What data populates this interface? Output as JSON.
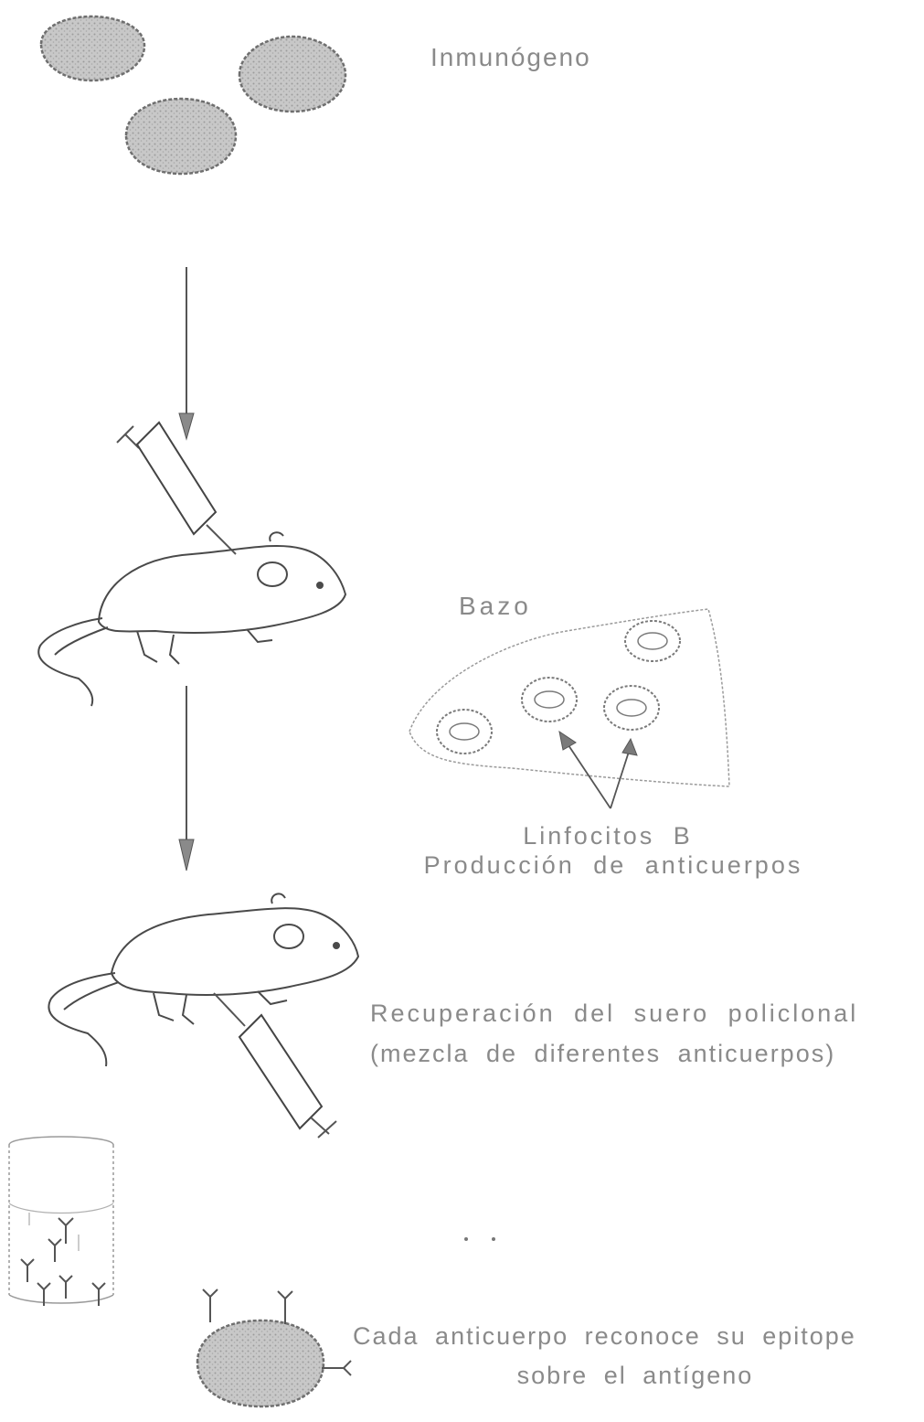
{
  "labels": {
    "immunogen": "Inmunógeno",
    "spleen": "Bazo",
    "lymphocytes": "Linfocitos B",
    "antibody_production": "Producción de anticuerpos",
    "serum_recovery": "Recuperación del suero policlonal",
    "serum_mixture": "(mezcla de diferentes anticuerpos)",
    "epitope_line1": "Cada anticuerpo reconoce su epitope",
    "epitope_line2": "sobre el antígeno"
  },
  "colors": {
    "text": "#8a8a8a",
    "line": "#555555",
    "blob_fill": "#bdbdbd",
    "blob_edge": "#6f6f6f"
  }
}
